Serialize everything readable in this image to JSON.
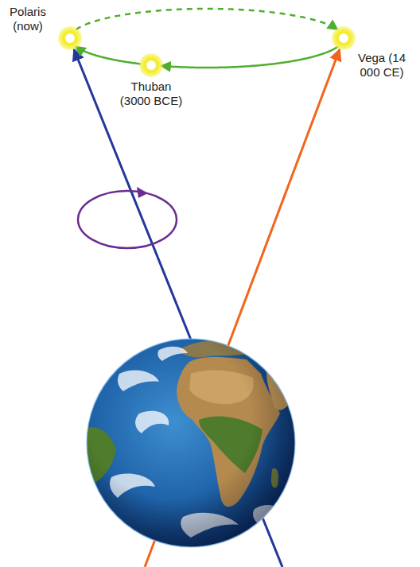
{
  "diagram": {
    "nodes": [
      {
        "text": [
          "Polaris (now)"
        ]
      },
      {
        "text": [
          "Vega (14 000 CE)"
        ]
      },
      {
        "text": [
          "Thuban (3000 BCE)"
        ]
      }
    ],
    "edges": [
      {
        "from": 0,
        "to": 1,
        "arrow": "to"
      },
      {
        "from": 1,
        "to": 2,
        "arrow": "to"
      },
      {
        "from": 2,
        "to": 0,
        "arrow": "to"
      }
    ]
  }
}
